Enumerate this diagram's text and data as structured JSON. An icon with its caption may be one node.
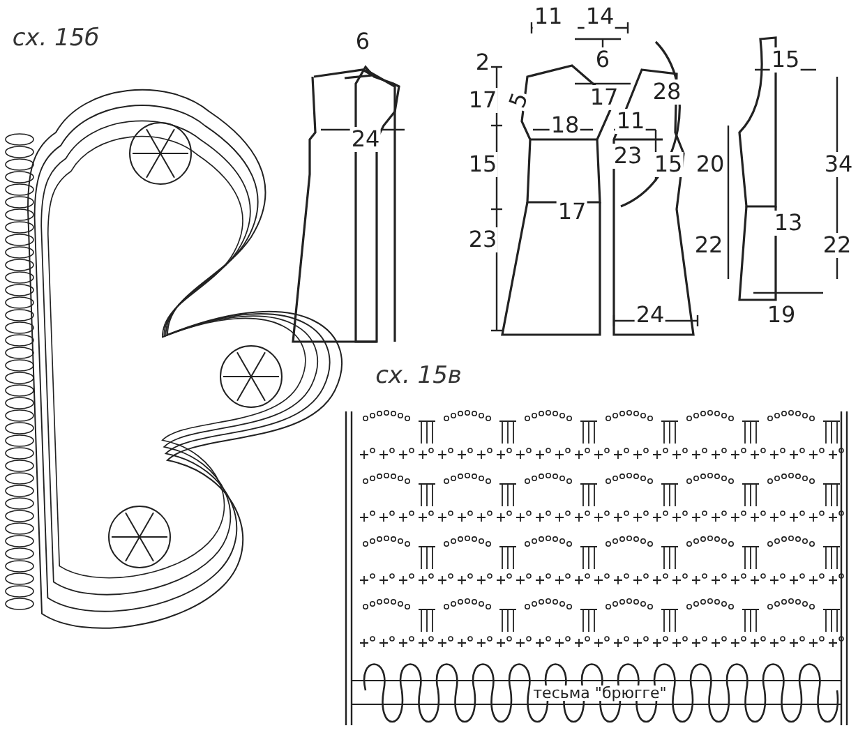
{
  "diagram": {
    "labels": [
      "сх. 15б",
      "11",
      "14",
      "6",
      "2",
      "6",
      "15",
      "17",
      "5",
      "17",
      "28",
      "24",
      "18",
      "11",
      "15",
      "23",
      "15",
      "20",
      "34",
      "17",
      "13",
      "23",
      "22",
      "22",
      "24",
      "19",
      "сх. 15в",
      "тесьма \"брюгге\""
    ]
  }
}
